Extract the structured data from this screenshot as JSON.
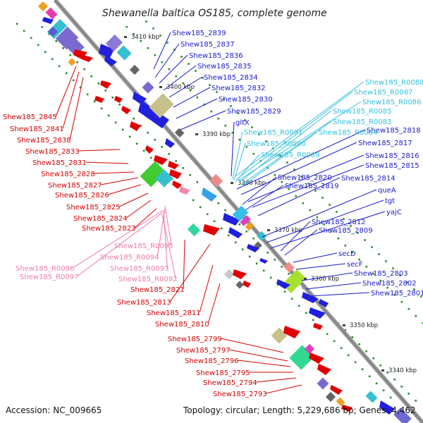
{
  "title": "Shewanella baltica OS185, complete genome",
  "footer": {
    "accession": "Accession: NC_009665",
    "topology": "Topology: circular; Length: 5,229,686 bp; Genes: 4,462"
  },
  "colors": {
    "backbone": "#8c8c8c",
    "forward_label": "#1a1acc",
    "reverse_label": "#d80000",
    "rna_forward_label": "#35c0e0",
    "rna_reverse_label": "#f07aa8",
    "tick": "#2a8a2a"
  },
  "kbp_ticks": [
    {
      "text": "3410 kbp"
    },
    {
      "text": "3400 kbp"
    },
    {
      "text": "3390 kbp"
    },
    {
      "text": "3380 kbp"
    },
    {
      "text": "3370 kbp"
    },
    {
      "text": "3360 kbp"
    },
    {
      "text": "3350 kbp"
    },
    {
      "text": "3340 kbp"
    }
  ],
  "labels_forward": [
    "Shew185_2839",
    "Shew185_2837",
    "Shew185_2836",
    "Shew185_2835",
    "Shew185_2834",
    "Shew185_2832",
    "Shew185_2830",
    "Shew185_2829",
    "gltX",
    "Shew185_2818",
    "Shew185_2817",
    "Shew185_2816",
    "Shew185_2815",
    "Shew185_2820",
    "Shew185_2819",
    "Shew185_2814",
    "queA",
    "tgt",
    "yajC",
    "Shew185_2812",
    "Shew185_2809",
    "secD",
    "secF",
    "Shew185_2803",
    "Shew185_2802",
    "Shew185_2801"
  ],
  "labels_rna_forward": [
    "Shew185_R0088",
    "Shew185_R0087",
    "Shew185_R0086",
    "Shew185_R0085",
    "Shew185_R0083",
    "Shew185_R0091",
    "Shew185_R0084",
    "Shew185_R0090",
    "Shew185_R0089"
  ],
  "labels_reverse": [
    "Shew185_2845",
    "Shew185_2841",
    "Shew185_2838",
    "Shew185_2833",
    "Shew185_2831",
    "Shew185_2828",
    "Shew185_2827",
    "Shew185_2826",
    "Shew185_2825",
    "Shew185_2824",
    "Shew185_2823",
    "Shew185_2821",
    "Shew185_2813",
    "Shew185_2811",
    "Shew185_2810",
    "Shew185_2799",
    "Shew185_2797",
    "Shew185_2796",
    "Shew185_2795",
    "Shew185_2794",
    "Shew185_2793"
  ],
  "labels_rna_reverse": [
    "Shew185_R0095",
    "Shew185_R0094",
    "Shew185_R0096",
    "Shew185_R0093",
    "Shew185_R0097",
    "Shew185_R0092"
  ]
}
